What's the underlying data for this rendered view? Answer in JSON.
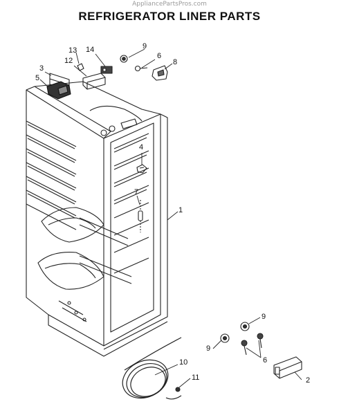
{
  "watermark": "AppliancePartsPros.com",
  "title": "REFRIGERATOR LINER PARTS",
  "callouts": [
    {
      "id": "c13",
      "label": "13"
    },
    {
      "id": "c14",
      "label": "14"
    },
    {
      "id": "c9a",
      "label": "9"
    },
    {
      "id": "c6a",
      "label": "6"
    },
    {
      "id": "c8",
      "label": "8"
    },
    {
      "id": "c12",
      "label": "12"
    },
    {
      "id": "c3",
      "label": "3"
    },
    {
      "id": "c5",
      "label": "5"
    },
    {
      "id": "c4",
      "label": "4"
    },
    {
      "id": "c7",
      "label": "7"
    },
    {
      "id": "c1",
      "label": "1"
    },
    {
      "id": "c9b",
      "label": "9"
    },
    {
      "id": "c9c",
      "label": "9"
    },
    {
      "id": "c6b",
      "label": "6"
    },
    {
      "id": "c10",
      "label": "10"
    },
    {
      "id": "c11",
      "label": "11"
    },
    {
      "id": "c2",
      "label": "2"
    }
  ]
}
